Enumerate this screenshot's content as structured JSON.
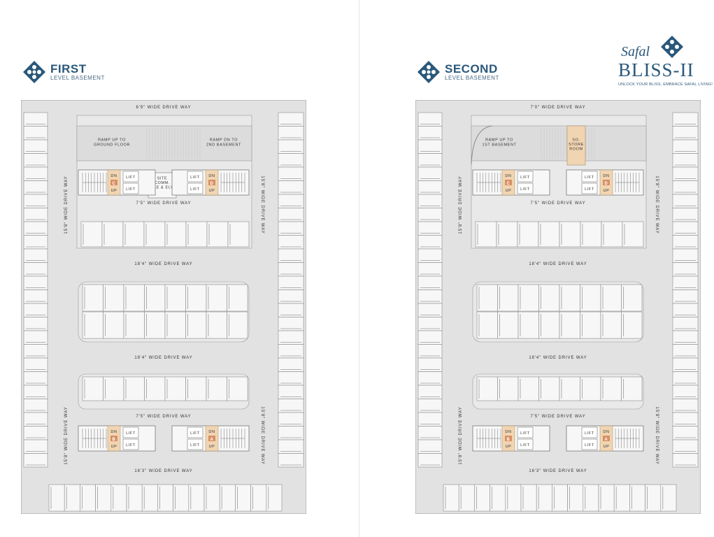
{
  "brand": {
    "word1": "Safal",
    "word2": "BLISS-II",
    "tagline": "UNLOCK YOUR BLISS, EMBRACE SAFAL LIVING!"
  },
  "plans": [
    {
      "title": "FIRST",
      "subtitle": "LEVEL BASEMENT",
      "top_drive": "6'9\" WIDE DRIVE WAY",
      "left_drive": "15'8\" WIDE DRIVE WAY",
      "right_drive": "15'8\" WIDE DRIVE WAY",
      "left_drive_lower": "15'8\" WIDE DRIVE WAY",
      "right_drive_lower": "15'8\" WIDE DRIVE WAY",
      "ramp_a": "RAMP UP TO\nGROUND FLOOR",
      "ramp_b": "RAMP DN TO\n2ND BASEMENT",
      "store": "SITE\nCOMM.\nELE & ELV",
      "inner_drive": "7'5\" WIDE DRIVE WAY",
      "mid_drive_1": "18'4\" WIDE DRIVE WAY",
      "mid_drive_2": "18'4\" WIDE DRIVE WAY",
      "lower_inner_drive": "7'5\" WIDE DRIVE WAY",
      "bottom_drive": "16'3\" WIDE DRIVE WAY",
      "core_c": "C",
      "core_d": "D",
      "core_b": "B",
      "core_a": "A",
      "lift": "LIFT",
      "up": "UP",
      "dn": "DN"
    },
    {
      "title": "SECOND",
      "subtitle": "LEVEL BASEMENT",
      "top_drive": "7'0\" WIDE DRIVE WAY",
      "left_drive": "15'8\" WIDE DRIVE WAY",
      "right_drive": "15'8\" WIDE DRIVE WAY",
      "left_drive_lower": "15'8\" WIDE DRIVE WAY",
      "right_drive_lower": "15'8\" WIDE DRIVE WAY",
      "ramp_a": "RAMP UP TO\n1ST BASEMENT",
      "store": "SO.\nSTORE\nROOM",
      "inner_drive": "7'5\" WIDE DRIVE WAY",
      "mid_drive_1": "18'4\" WIDE DRIVE WAY",
      "mid_drive_2": "18'4\" WIDE DRIVE WAY",
      "lower_inner_drive": "7'5\" WIDE DRIVE WAY",
      "bottom_drive": "16'3\" WIDE DRIVE WAY",
      "core_c": "C",
      "core_d": "D",
      "core_b": "B",
      "core_a": "A",
      "lift": "LIFT",
      "up": "UP",
      "dn": "DN"
    }
  ],
  "colors": {
    "brand_blue": "#2a587a",
    "floor": "#e2e2e2",
    "core": "#f1d5b2",
    "block": "#f7f7f7"
  }
}
